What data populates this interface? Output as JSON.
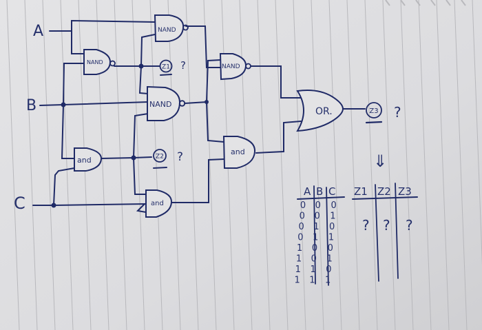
{
  "inputs": [
    {
      "name": "A"
    },
    {
      "name": "B"
    },
    {
      "name": "C"
    }
  ],
  "gates": {
    "top_nand": "NAND",
    "left_nand": "NAND",
    "mid_nand": "NAND",
    "right_nand": "NAND",
    "left_and": "and",
    "bottom_and": "and",
    "right_and": "and",
    "or_gate": "OR."
  },
  "outputs": {
    "z1": {
      "label": "Z1",
      "mark": "?"
    },
    "z2": {
      "label": "Z2",
      "mark": "?"
    },
    "z3": {
      "label": "Z3",
      "mark": "?"
    }
  },
  "annotation_arrow": "⇓",
  "truth_table": {
    "input_headers": [
      "A",
      "B",
      "C"
    ],
    "output_headers": [
      "Z1",
      "Z2",
      "Z3"
    ],
    "rows": [
      [
        "0",
        "0",
        "0"
      ],
      [
        "0",
        "0",
        "1"
      ],
      [
        "0",
        "1",
        "0"
      ],
      [
        "0",
        "1",
        "1"
      ],
      [
        "1",
        "0",
        "0"
      ],
      [
        "1",
        "0",
        "1"
      ],
      [
        "1",
        "1",
        "0"
      ],
      [
        "1",
        "1",
        "1"
      ]
    ],
    "unknown_marks": [
      "?",
      "?",
      "?"
    ]
  }
}
